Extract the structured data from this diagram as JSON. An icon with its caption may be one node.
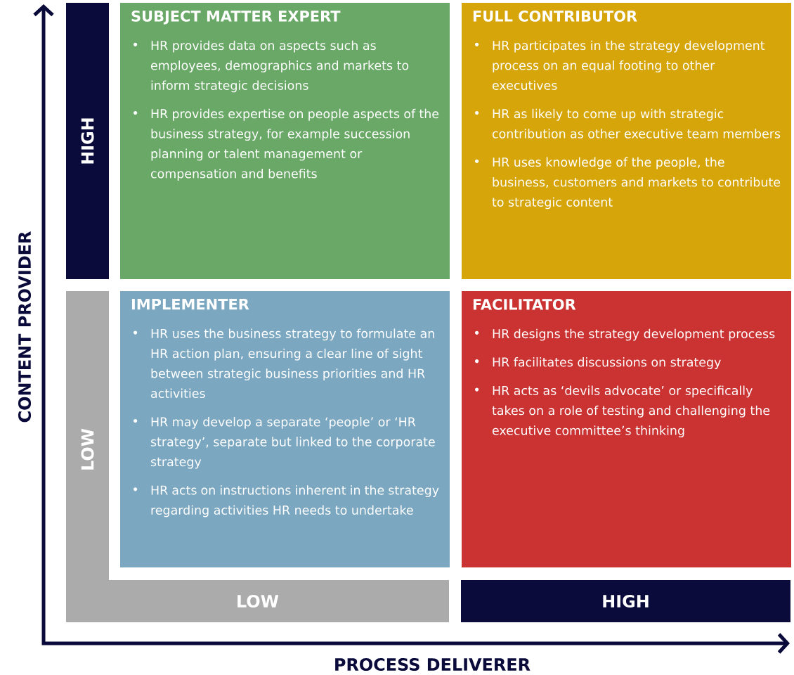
{
  "diagram": {
    "nodes": [
      {
        "text": [
          "HIGH"
        ]
      },
      {
        "text": [
          "SUBJECT MATTER EXPERT",
          "HR provides data on aspects such as employees, demographics and markets to inform strategic decisions",
          "HR provides expertise on people aspects of the business strategy, for example succession planning or talent management or compensation and benefits"
        ]
      },
      {
        "text": [
          "FULL CONTRIBUTOR",
          "HR participates in the strategy development process on an equal footing to other executives",
          "HR as likely to come up with strategic contribution as other executive team members",
          "HR uses knowledge of the people, the business, customers and markets to contribute to strategic content"
        ]
      },
      {
        "text": [
          "LOW"
        ]
      },
      {
        "text": [
          "IMPLEMENTER",
          "HR uses the business strategy to formulate an HR action plan, ensuring a clear line of sight between strategic business priorities and HR activities",
          "HR may develop a separate ‘people’ or ‘HR strategy’, separate but linked to the corporate strategy",
          "HR acts on instructions inherent in the strategy regarding activities HR needs to undertake"
        ]
      },
      {
        "text": [
          "FACILITATOR",
          "HR designs the strategy development process",
          "HR facilitates discussions on strategy",
          "HR acts as ‘devils advocate’ or specifically takes on a role of testing and challenging the executive committee’s thinking"
        ]
      },
      {
        "text": [
          "LOW"
        ]
      },
      {
        "text": [
          "HIGH"
        ]
      }
    ],
    "edges": [],
    "labels": [
      "CONTENT PROVIDER",
      "PROCESS DELIVERER"
    ]
  }
}
